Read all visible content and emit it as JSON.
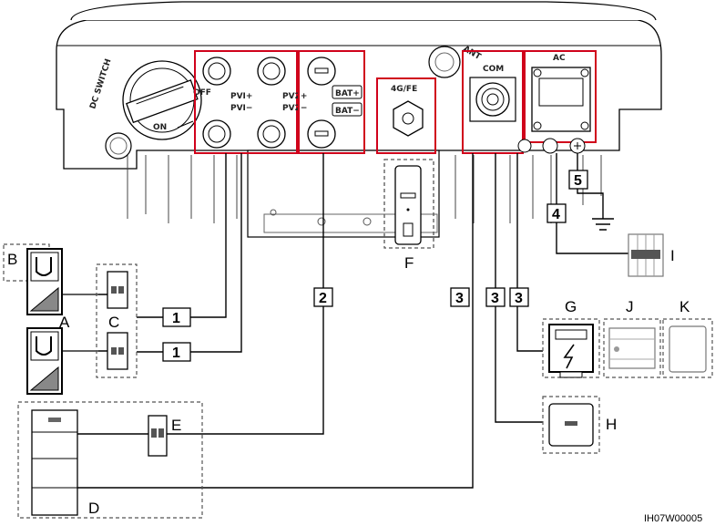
{
  "device": {
    "switch_label": "DC SWITCH",
    "off_label": "OFF",
    "on_label": "ON",
    "pv1_plus": "PVI+",
    "pv1_minus": "PVI−",
    "pv2_plus": "PV2+",
    "pv2_minus": "PV2−",
    "bat_plus": "BAT+",
    "bat_minus": "BAT−",
    "antenna": "4G/FE",
    "ant": "ANT",
    "com": "COM",
    "ac": "AC"
  },
  "letters": {
    "A": "A",
    "B": "B",
    "C": "C",
    "D": "D",
    "E": "E",
    "F": "F",
    "G": "G",
    "H": "H",
    "I": "I",
    "J": "J",
    "K": "K"
  },
  "cables": {
    "c1a": "1",
    "c1b": "1",
    "c2": "2",
    "c3a": "3",
    "c3b": "3",
    "c3c": "3",
    "c4": "4",
    "c5": "5"
  },
  "figure_code": "IH07W00005",
  "colors": {
    "highlight": "#d0021b",
    "line": "#000000",
    "dash": "#555555"
  }
}
